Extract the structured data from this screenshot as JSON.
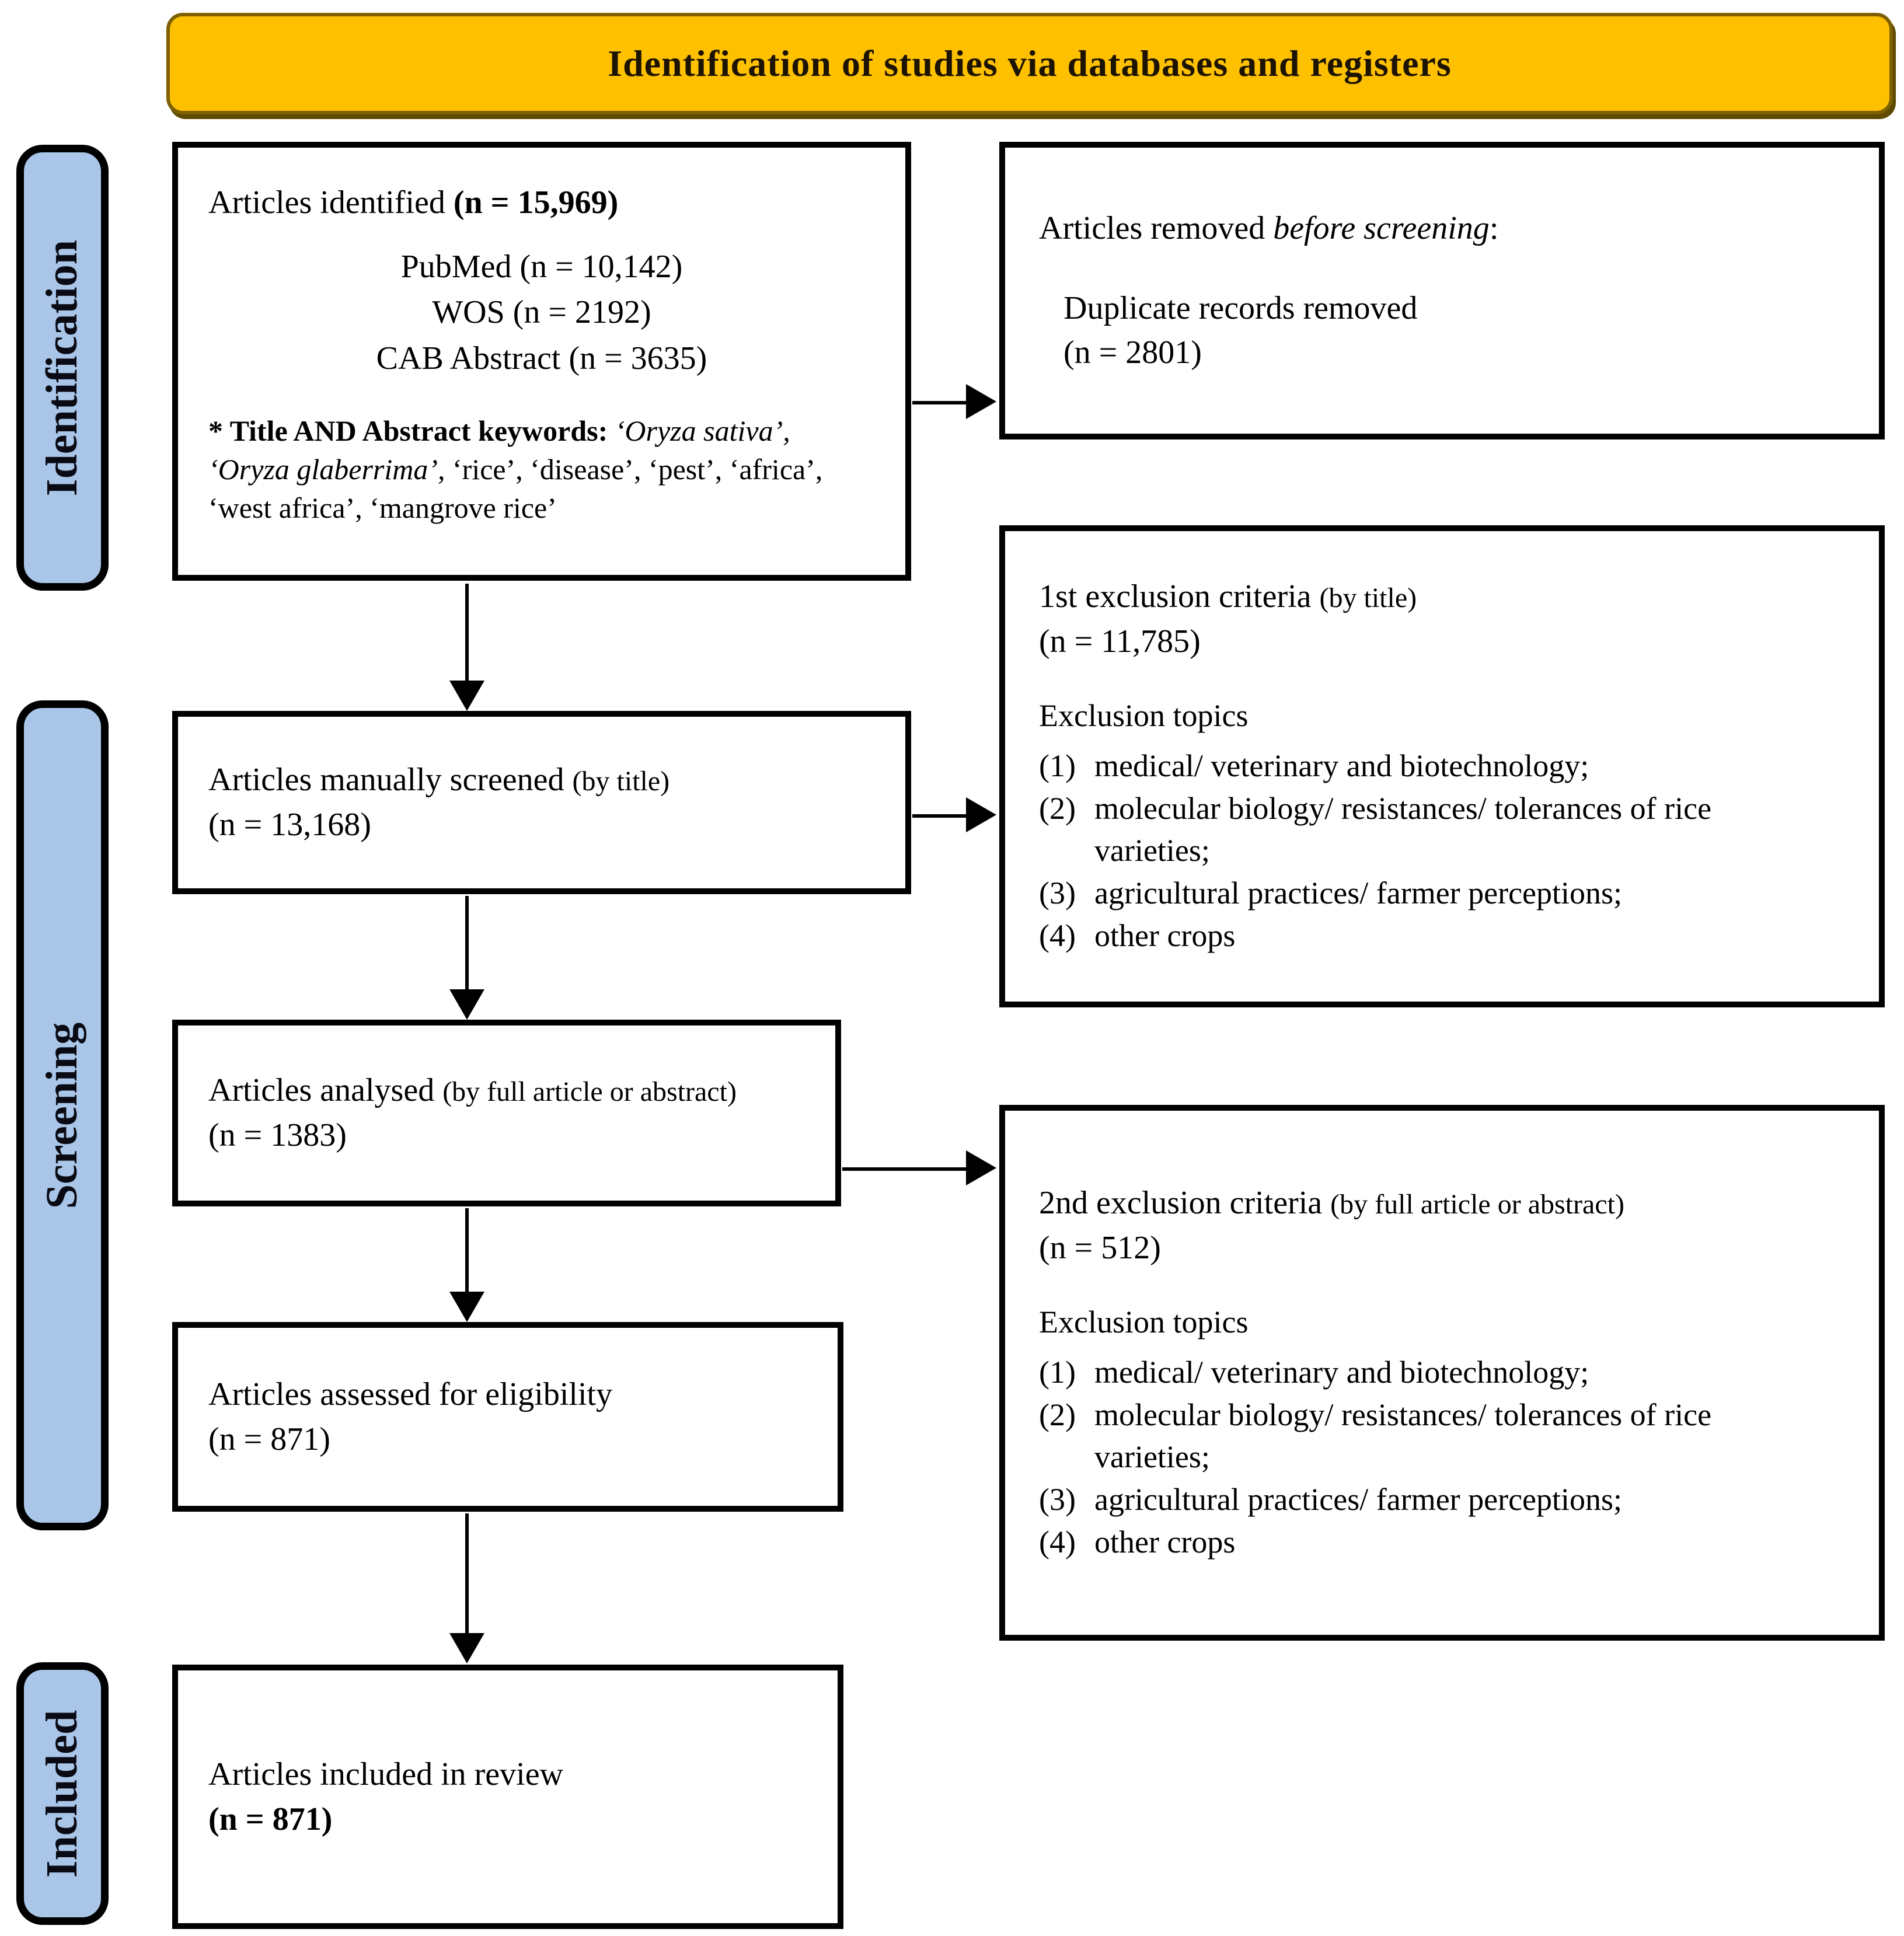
{
  "header": {
    "title": "Identification of studies via databases and registers"
  },
  "stages": [
    {
      "label": "Identification"
    },
    {
      "label": "Screening"
    },
    {
      "label": "Included"
    }
  ],
  "boxes": {
    "identified": {
      "title": "Articles identified",
      "n": "(n = 15,969)",
      "sources": [
        "PubMed (n = 10,142)",
        "WOS (n = 2192)",
        "CAB Abstract (n = 3635)"
      ],
      "keywords_label": "* Title AND Abstract keywords:",
      "keywords_italic": "‘Oryza sativa’, ‘Oryza glaberrima’,",
      "keywords_roman": "‘rice’, ‘disease’, ‘pest’, ‘africa’, ‘west africa’, ‘mangrove rice’"
    },
    "removed": {
      "title": "Articles removed",
      "title_italic": "before screening",
      "title_suffix": ":",
      "detail": "Duplicate records removed",
      "n": "(n = 2801)"
    },
    "screened": {
      "title": "Articles manually screened",
      "qualifier": "(by title)",
      "n": "(n = 13,168)"
    },
    "exclusion1": {
      "title": "1st exclusion criteria",
      "qualifier": "(by title)",
      "n": "(n = 11,785)",
      "topics_label": "Exclusion topics",
      "topics": [
        {
          "num": "(1)",
          "text": "medical/ veterinary and biotechnology;"
        },
        {
          "num": "(2)",
          "text": "molecular biology/ resistances/ tolerances of rice varieties;"
        },
        {
          "num": "(3)",
          "text": "agricultural practices/ farmer perceptions;"
        },
        {
          "num": "(4)",
          "text": "other crops"
        }
      ]
    },
    "analysed": {
      "title": "Articles analysed",
      "qualifier": "(by full article or abstract)",
      "n": "(n = 1383)"
    },
    "exclusion2": {
      "title": "2nd exclusion criteria",
      "qualifier": "(by full article or abstract)",
      "n": "(n = 512)",
      "topics_label": "Exclusion topics",
      "topics": [
        {
          "num": "(1)",
          "text": "medical/ veterinary and biotechnology;"
        },
        {
          "num": "(2)",
          "text": "molecular biology/ resistances/ tolerances of rice varieties;"
        },
        {
          "num": "(3)",
          "text": "agricultural practices/ farmer perceptions;"
        },
        {
          "num": "(4)",
          "text": "other crops"
        }
      ]
    },
    "assessed": {
      "title": "Articles assessed for eligibility",
      "n": "(n = 871)"
    },
    "included": {
      "title": "Articles included in review",
      "n": "(n = 871)"
    }
  },
  "colors": {
    "banner_fill": "#FFC000",
    "banner_border": "#7F6000",
    "stage_fill": "#A9C6E8",
    "box_border": "#000000",
    "background": "#FFFFFF"
  }
}
